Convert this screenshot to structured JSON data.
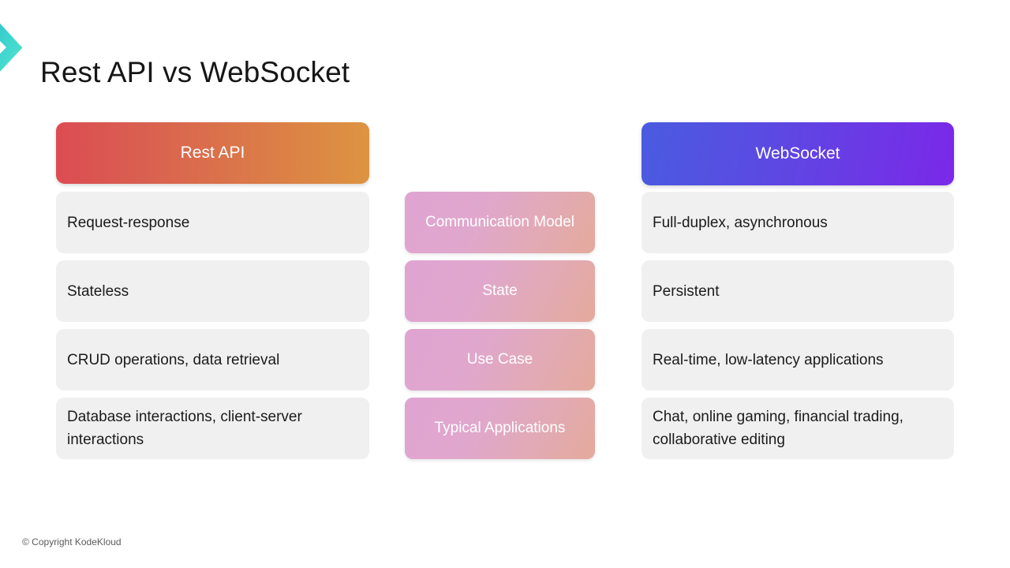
{
  "slide": {
    "title": "Rest API vs WebSocket",
    "logo_icon": "chevron-right-icon",
    "footer": "© Copyright KodeKloud"
  },
  "colors": {
    "rest_gradient_start": "#dc4c52",
    "rest_gradient_end": "#dd9441",
    "websocket_gradient_start": "#4a5be0",
    "websocket_gradient_end": "#7b28e8",
    "label_gradient_start": "#dfa4d2",
    "label_gradient_end": "#e4aa9c",
    "value_card_bg": "#f0f0f0",
    "title_color": "#161616",
    "footer_color": "#5a5a5a"
  },
  "comparison": {
    "left_header": "Rest API",
    "right_header": "WebSocket",
    "rows": [
      {
        "label": "Communication Model",
        "rest": "Request-response",
        "websocket": "Full-duplex, asynchronous"
      },
      {
        "label": "State",
        "rest": "Stateless",
        "websocket": "Persistent"
      },
      {
        "label": "Use Case",
        "rest": "CRUD operations, data retrieval",
        "websocket": "Real-time, low-latency applications"
      },
      {
        "label": "Typical Applications",
        "rest": "Database interactions, client-server interactions",
        "websocket": "Chat, online gaming, financial trading, collaborative editing"
      }
    ]
  }
}
